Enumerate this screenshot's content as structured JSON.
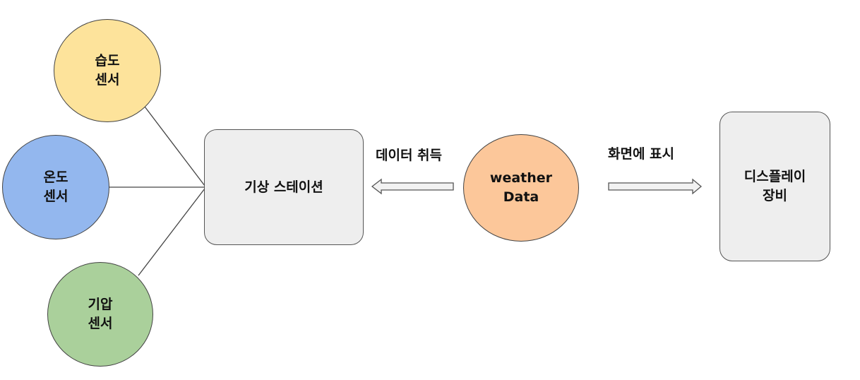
{
  "nodes": {
    "humidity_sensor": {
      "text": "습도\n센서",
      "color": "#fde39b"
    },
    "temperature_sensor": {
      "text": "온도\n센서",
      "color": "#93b7ee"
    },
    "pressure_sensor": {
      "text": "기압\n센서",
      "color": "#aad09b"
    },
    "weather_station": {
      "text": "기상 스테이션",
      "color": "#eeeeee"
    },
    "weather_data": {
      "text": "weather\nData",
      "color": "#fcc79a"
    },
    "display_device": {
      "text": "디스플레이\n장비",
      "color": "#eeeeee"
    }
  },
  "edges": {
    "acquire_label": "데이터 취득",
    "display_label": "화면에 표시"
  },
  "colors": {
    "line": "#444444",
    "arrow_fill": "#f2f2f2",
    "arrow_stroke": "#555555"
  }
}
